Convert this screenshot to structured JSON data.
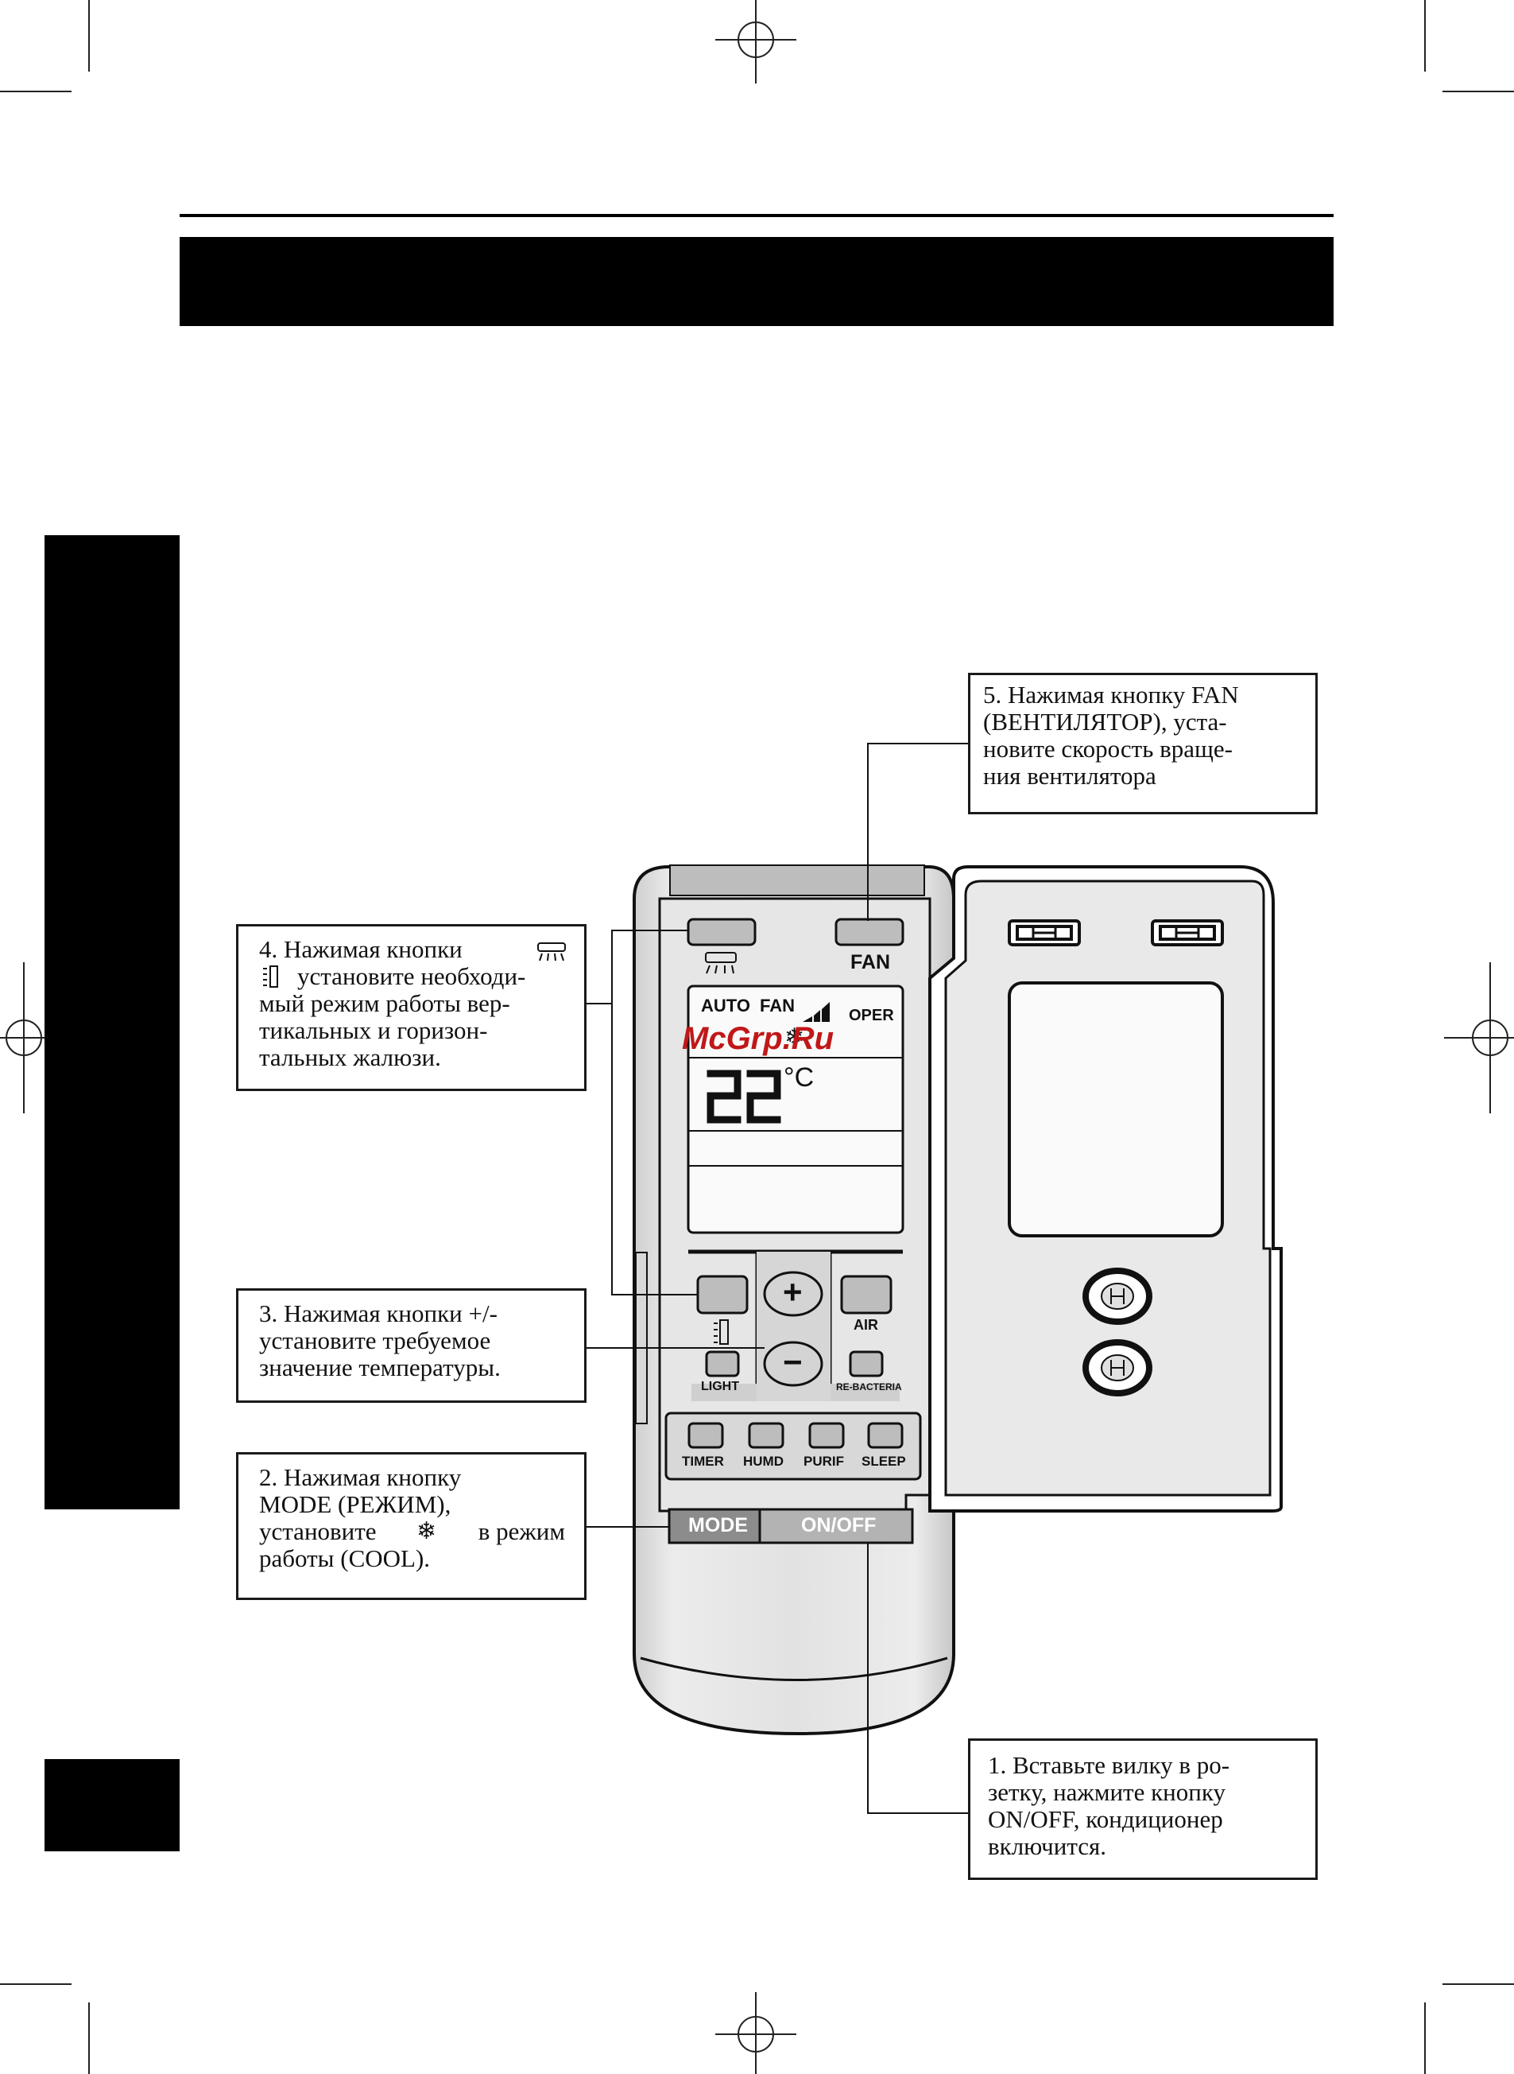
{
  "watermark": "McGrp.Ru",
  "callouts": {
    "c5": [
      "5. Нажимая кнопку FAN",
      "(ВЕНТИЛЯТОР), уста-",
      "новите скорость враще-",
      "ния вентилятора"
    ],
    "c4": [
      "4. Нажимая кнопки",
      "установите необходи-",
      "мый режим работы вер-",
      "тикальных и горизон-",
      "тальных жалюзи."
    ],
    "c3": [
      "3. Нажимая кнопки +/-",
      "установите требуемое",
      "значение температуры."
    ],
    "c2": [
      "2. Нажимая кнопку",
      "MODE (РЕЖИМ),",
      "установите",
      "в режим",
      "работы (COOL)."
    ],
    "c1": [
      "1. Вставьте вилку в ро-",
      "зетку, нажмите кнопку",
      "ON/OFF, кондиционер",
      "включится."
    ]
  },
  "remote": {
    "fan_label": "FAN",
    "lcd": {
      "auto": "AUTO",
      "fan": "FAN",
      "oper": "OPER",
      "temperature": "22",
      "unit": "°C"
    },
    "air_label": "AIR",
    "light_label": "LIGHT",
    "rebacteria_label": "RE-BACTERIA",
    "bottom_buttons": [
      "TIMER",
      "HUMD",
      "PURIF",
      "SLEEP"
    ],
    "mode_label": "MODE",
    "onoff_label": "ON/OFF",
    "plus": "+",
    "minus": "−"
  }
}
